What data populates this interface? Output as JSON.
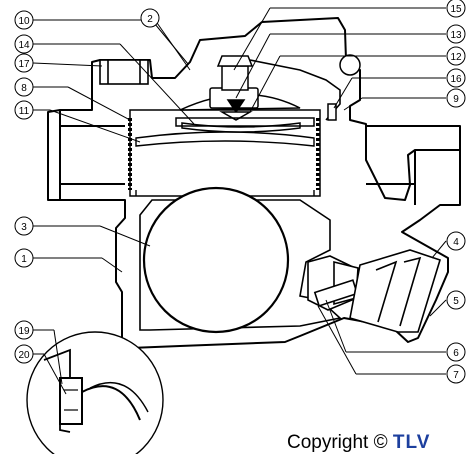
{
  "diagram": {
    "callouts": [
      {
        "id": "c10",
        "label": "10"
      },
      {
        "id": "c2",
        "label": "2"
      },
      {
        "id": "c15",
        "label": "15"
      },
      {
        "id": "c14",
        "label": "14"
      },
      {
        "id": "c13",
        "label": "13"
      },
      {
        "id": "c12",
        "label": "12"
      },
      {
        "id": "c17",
        "label": "17"
      },
      {
        "id": "c8",
        "label": "8"
      },
      {
        "id": "c16",
        "label": "16"
      },
      {
        "id": "c9",
        "label": "9"
      },
      {
        "id": "c11",
        "label": "11"
      },
      {
        "id": "c3",
        "label": "3"
      },
      {
        "id": "c4",
        "label": "4"
      },
      {
        "id": "c1",
        "label": "1"
      },
      {
        "id": "c5",
        "label": "5"
      },
      {
        "id": "c6",
        "label": "6"
      },
      {
        "id": "c7",
        "label": "7"
      },
      {
        "id": "c19",
        "label": "19"
      },
      {
        "id": "c20",
        "label": "20"
      }
    ]
  },
  "copyright": {
    "text": "Copyright ©",
    "brand": "TLV"
  },
  "colors": {
    "line": "#000000",
    "body_fill": "#ffffff",
    "brand": "#1c3f9e"
  }
}
